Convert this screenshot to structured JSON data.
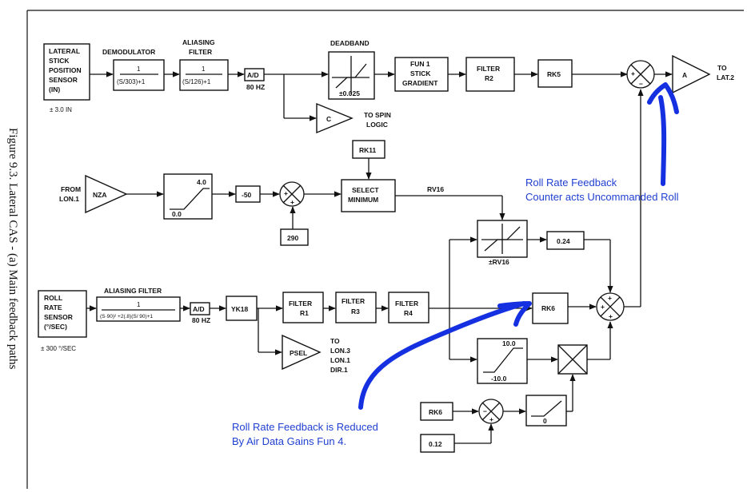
{
  "caption": "Figure 9.3.  Lateral CAS  -  (a) Main feedback paths",
  "blocks": {
    "stick_sensor": [
      "LATERAL",
      "STICK",
      "POSITION",
      "SENSOR",
      "(IN)"
    ],
    "stick_range": "± 3.0 IN",
    "demod_title": "DEMODULATOR",
    "demod_num": "1",
    "demod_den": "(S/303)+1",
    "alias1_title": [
      "ALIASING",
      "FILTER"
    ],
    "alias1_num": "1",
    "alias1_den": "(S/126)+1",
    "ad": "A/D",
    "ad_rate": "80 HZ",
    "deadband_title": "DEADBAND",
    "deadband_val": "±0.025",
    "fun1": [
      "FUN 1",
      "STICK",
      "GRADIENT"
    ],
    "filter_r2": [
      "FILTER",
      "R2"
    ],
    "rk5": "RK5",
    "a_gain": "A",
    "to_lat2": [
      "TO",
      "LAT.2"
    ],
    "c_gain": "C",
    "to_spin": [
      "TO SPIN",
      "LOGIC"
    ],
    "rk11": "RK11",
    "from_lon1": [
      "FROM",
      "LON.1"
    ],
    "nza": "NZA",
    "lim_top": "4.0",
    "lim_bot": "0.0",
    "neg50": "-50",
    "c290": "290",
    "select_min": [
      "SELECT",
      "MINIMUM"
    ],
    "rv16": "RV16",
    "pm_rv16": "±RV16",
    "g024": "0.24",
    "roll_sensor": [
      "ROLL",
      "RATE",
      "SENSOR",
      "(°/SEC)"
    ],
    "roll_range": "± 300 °/SEC",
    "alias2_title": "ALIASING FILTER",
    "alias2_num": "1",
    "alias2_den": "(S·90)² +2(.8)(S/ 90)+1",
    "yk18": "YK18",
    "filter_r1": [
      "FILTER",
      "R1"
    ],
    "filter_r3": [
      "FILTER",
      "R3"
    ],
    "filter_r4": [
      "FILTER",
      "R4"
    ],
    "rk6a": "RK6",
    "psel": "PSEL",
    "to_lon3": [
      "TO",
      "LON.3",
      "LON.1",
      "DIR.1"
    ],
    "sat_top": "10.0",
    "sat_bot": "-10.0",
    "rk6b": "RK6",
    "g012": "0.12",
    "zero": "0"
  },
  "annotations": {
    "top": [
      "Roll Rate Feedback",
      "Counter acts Uncommanded Roll"
    ],
    "bottom": [
      "Roll Rate Feedback is Reduced",
      "By Air Data Gains Fun 4."
    ]
  },
  "colors": {
    "annotation": "#1f3fd0",
    "ink": "#111111"
  }
}
